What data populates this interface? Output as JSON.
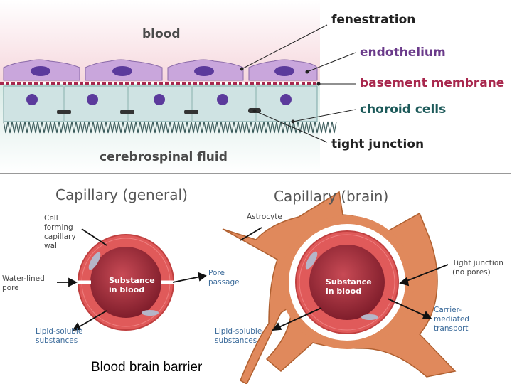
{
  "top_diagram": {
    "blood": "blood",
    "fenestration": "fenestration",
    "endothelium": "endothelium",
    "basement_membrane": "basement membrane",
    "choroid_cells": "choroid cells",
    "tight_junction": "tight junction",
    "csf": "cerebrospinal fluid"
  },
  "general": {
    "title": "Capillary (general)",
    "cell_wall": [
      "Cell",
      "forming",
      "capillary",
      "wall"
    ],
    "water_pore": [
      "Water-lined",
      "pore"
    ],
    "pore_passage": [
      "Pore",
      "passage"
    ],
    "lipid": [
      "Lipid-soluble",
      "substances"
    ],
    "substance": [
      "Substance",
      "in blood"
    ]
  },
  "brain": {
    "title": "Capillary (brain)",
    "astrocyte": "Astrocyte",
    "tight_junction": [
      "Tight junction",
      "(no pores)"
    ],
    "carrier": [
      "Carrier-",
      "mediated",
      "transport"
    ],
    "lipid": [
      "Lipid-soluble",
      "substances"
    ],
    "substance": [
      "Substance",
      "in blood"
    ]
  },
  "caption": "Blood brain barrier",
  "colors": {
    "blood_bg": "#f7dde2",
    "endothelium": "#c9a6dc",
    "nucleus": "#5b3a9c",
    "basement_membrane": "#a8274d",
    "choroid": "#cfe3e3",
    "capillary_wall": "#e05a5a",
    "blood_core": "#8b2232",
    "astrocyte": "#e0895c"
  }
}
